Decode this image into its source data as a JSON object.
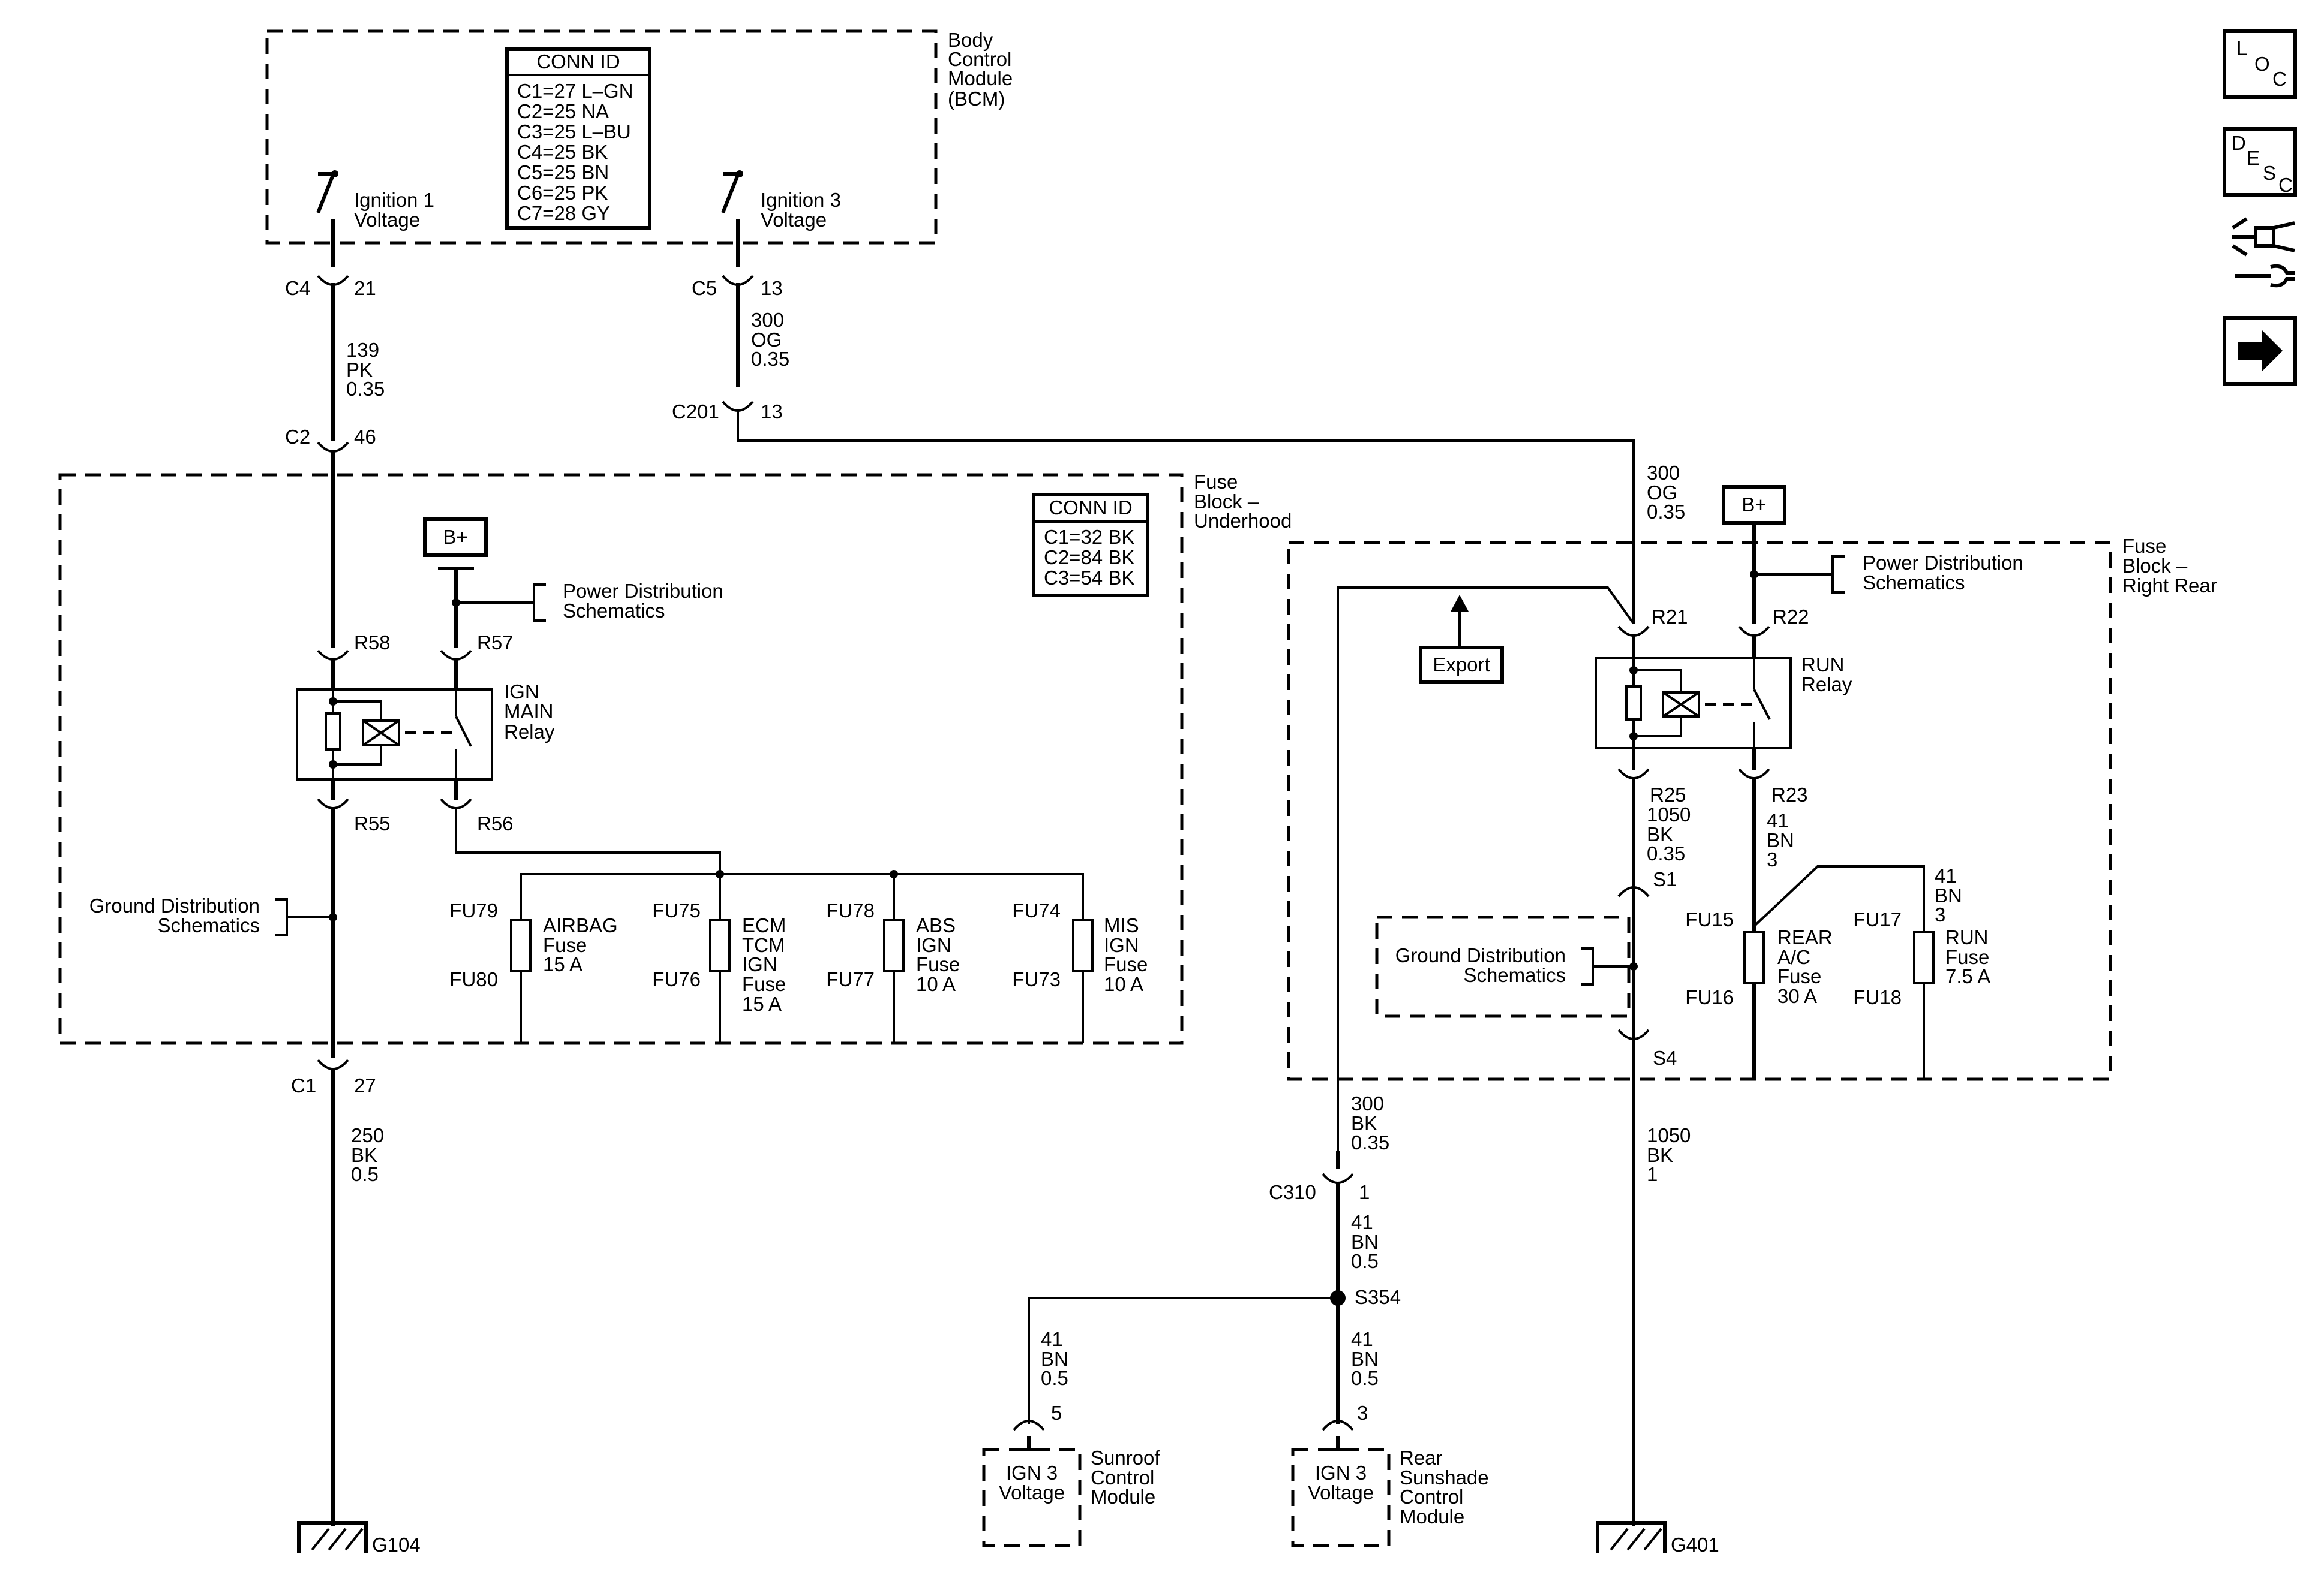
{
  "modules": {
    "bcm": [
      "Body",
      "Control",
      "Module",
      "(BCM)"
    ],
    "fb_underhood": [
      "Fuse",
      "Block –",
      "Underhood"
    ],
    "fb_rear": [
      "Fuse",
      "Block –",
      "Right Rear"
    ],
    "sunroof": [
      "Sunroof",
      "Control",
      "Module"
    ],
    "sunshade": [
      "Rear",
      "Sunshade",
      "Control",
      "Module"
    ]
  },
  "conn_tables": {
    "bcm": {
      "title": "CONN ID",
      "rows": [
        "C1=27 L–GN",
        "C2=25 NA",
        "C3=25 L–BU",
        "C4=25 BK",
        "C5=25 BN",
        "C6=25 PK",
        "C7=28 GY"
      ]
    },
    "fb": {
      "title": "CONN ID",
      "rows": [
        "C1=32 BK",
        "C2=84 BK",
        "C3=54 BK"
      ]
    }
  },
  "switches": {
    "ign1": [
      "Ignition 1",
      "Voltage"
    ],
    "ign3": [
      "Ignition 3",
      "Voltage"
    ]
  },
  "connectors": {
    "c4": "C4",
    "c4_pin": "21",
    "c5": "C5",
    "c5_pin": "13",
    "c201": "C201",
    "c201_pin": "13",
    "c2": "C2",
    "c2_pin": "46",
    "c1": "C1",
    "c1_pin": "27",
    "c310": "C310",
    "c310_pin": "1",
    "r58": "R58",
    "r57": "R57",
    "r55": "R55",
    "r56": "R56",
    "r21": "R21",
    "r22": "R22",
    "r25": "R25",
    "r23": "R23",
    "s1": "S1",
    "s4": "S4",
    "s354": "S354",
    "pin5": "5",
    "pin3": "3"
  },
  "wires": {
    "w139": [
      "139",
      "PK",
      "0.35"
    ],
    "w300a": [
      "300",
      "OG",
      "0.35"
    ],
    "w300b": [
      "300",
      "OG",
      "0.35"
    ],
    "w250": [
      "250",
      "BK",
      "0.5"
    ],
    "w1050a": [
      "1050",
      "BK",
      "0.35"
    ],
    "w41a": [
      "41",
      "BN",
      "3"
    ],
    "w41b": [
      "41",
      "BN",
      "3"
    ],
    "w300c": [
      "300",
      "BK",
      "0.35"
    ],
    "w1050b": [
      "1050",
      "BK",
      "1"
    ],
    "w41c": [
      "41",
      "BN",
      "0.5"
    ],
    "w41d": [
      "41",
      "BN",
      "0.5"
    ],
    "w41e": [
      "41",
      "BN",
      "0.5"
    ]
  },
  "relays": {
    "ign_main": [
      "IGN",
      "MAIN",
      "Relay"
    ],
    "run": [
      "RUN",
      "Relay"
    ]
  },
  "power": {
    "bplus_1": "B+",
    "bplus_2": "B+"
  },
  "references": {
    "pwr_dist_1": [
      "Power Distribution",
      "Schematics"
    ],
    "pwr_dist_2": [
      "Power Distribution",
      "Schematics"
    ],
    "gnd_dist_1": [
      "Ground Distribution",
      "Schematics"
    ],
    "gnd_dist_2": [
      "Ground Distribution",
      "Schematics"
    ]
  },
  "export_label": "Export",
  "fuses": {
    "airbag": {
      "top": "FU79",
      "bottom": "FU80",
      "label": [
        "AIRBAG",
        "Fuse",
        "15 A"
      ]
    },
    "ecm": {
      "top": "FU75",
      "bottom": "FU76",
      "label": [
        "ECM",
        "TCM",
        "IGN",
        "Fuse",
        "15 A"
      ]
    },
    "abs": {
      "top": "FU78",
      "bottom": "FU77",
      "label": [
        "ABS",
        "IGN",
        "Fuse",
        "10 A"
      ]
    },
    "mis": {
      "top": "FU74",
      "bottom": "FU73",
      "label": [
        "MIS",
        "IGN",
        "Fuse",
        "10 A"
      ]
    },
    "rear_ac": {
      "top": "FU15",
      "bottom": "FU16",
      "label": [
        "REAR",
        "A/C",
        "Fuse",
        "30 A"
      ]
    },
    "run": {
      "top": "FU17",
      "bottom": "FU18",
      "label": [
        "RUN",
        "Fuse",
        "7.5 A"
      ]
    }
  },
  "module_pins": {
    "sunroof": [
      "IGN 3",
      "Voltage"
    ],
    "sunshade": [
      "IGN 3",
      "Voltage"
    ]
  },
  "grounds": {
    "g104": "G104",
    "g401": "G401"
  },
  "nav_icons": {
    "loc": [
      "L",
      "O",
      "C"
    ],
    "desc": [
      "D",
      "E",
      "S",
      "C"
    ]
  }
}
